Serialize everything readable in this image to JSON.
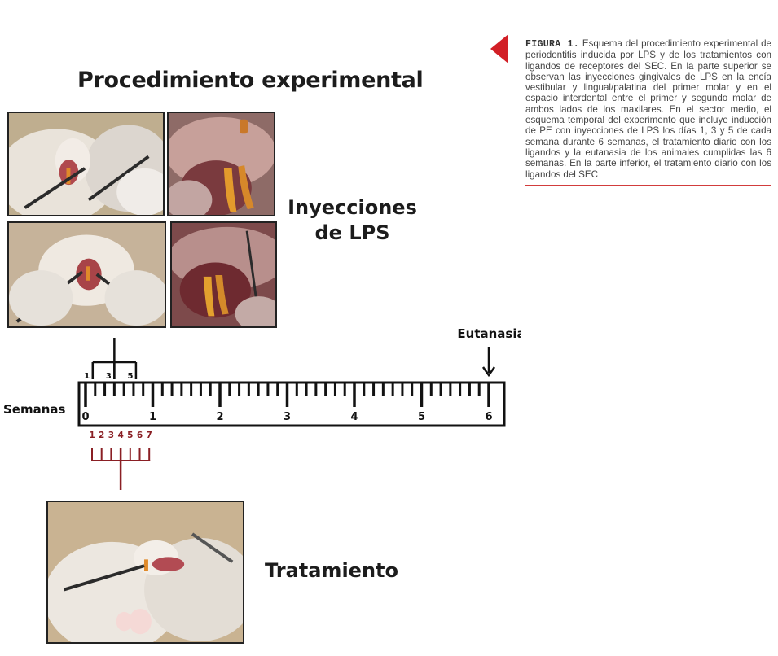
{
  "title": "Procedimiento experimental",
  "injections_label_line1": "Inyecciones",
  "injections_label_line2": "de LPS",
  "treatment_label": "Tratamiento",
  "caption": {
    "figure_label": "FIGURA 1.",
    "text": "Esquema del procedimiento experimental de periodontitis inducida por LPS y de los tratamientos con ligandos de receptores del SEC. En la parte superior se observan las inyecciones gingivales de LPS en la encía vestibular y lingual/palatina del primer molar y en el espacio interdental entre el primer y segundo molar de ambos lados de los maxilares. En el sector medio, el esquema temporal del experimento que incluye inducción de PE con inyecciones de LPS los días 1, 3 y 5 de cada semana durante 6 semanas, el tratamiento diario con los ligandos y la eutanasia de los animales cumplidas las 6 semanas. En la parte inferior, el tratamiento diario con los ligandos del SEC"
  },
  "timeline": {
    "axis_label": "Semanas",
    "weeks": [
      "0",
      "1",
      "2",
      "3",
      "4",
      "5",
      "6"
    ],
    "injection_days": [
      "1",
      "3",
      "5"
    ],
    "treatment_days": [
      "1",
      "2",
      "3",
      "4",
      "5",
      "6",
      "7"
    ],
    "euthanasia_label": "Eutanasia",
    "accent_color": "#8a1f24"
  },
  "photos": [
    {
      "name": "lps-injection-photo-1"
    },
    {
      "name": "lps-injection-photo-2"
    },
    {
      "name": "lps-injection-photo-3"
    },
    {
      "name": "lps-injection-photo-4"
    },
    {
      "name": "treatment-photo"
    }
  ]
}
